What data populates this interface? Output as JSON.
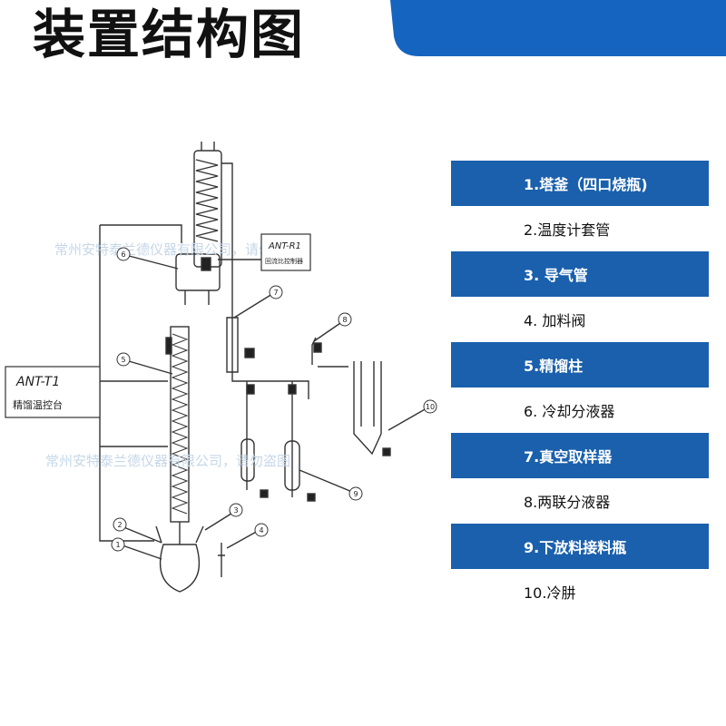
{
  "header": {
    "title": "装置结构图",
    "accent_color": "#1565c0"
  },
  "legend": {
    "items": [
      {
        "label": "1.塔釜（四口烧瓶)",
        "style": "dark"
      },
      {
        "label": "2.温度计套管",
        "style": "light"
      },
      {
        "label": "3. 导气管",
        "style": "dark"
      },
      {
        "label": "4. 加料阀",
        "style": "light"
      },
      {
        "label": "5.精馏柱",
        "style": "dark"
      },
      {
        "label": "6. 冷却分液器",
        "style": "light"
      },
      {
        "label": "7.真空取样器",
        "style": "dark"
      },
      {
        "label": "8.两联分液器",
        "style": "light"
      },
      {
        "label": "9.下放料接料瓶",
        "style": "dark"
      },
      {
        "label": "10.冷肼",
        "style": "light"
      }
    ]
  },
  "diagram": {
    "controller_main": {
      "line1": "ANT-T1",
      "line2": "精馏温控台"
    },
    "controller_reflux": {
      "line1": "ANT-R1",
      "line2": "回流比控制器"
    },
    "watermark": [
      "常州安特泰兰德仪器有限公司，请勿盗图",
      "常州安特泰兰德仪器有限公司，请勿盗图"
    ],
    "callouts": [
      "6",
      "5",
      "7",
      "8",
      "10",
      "9",
      "2",
      "3",
      "1",
      "4"
    ]
  }
}
